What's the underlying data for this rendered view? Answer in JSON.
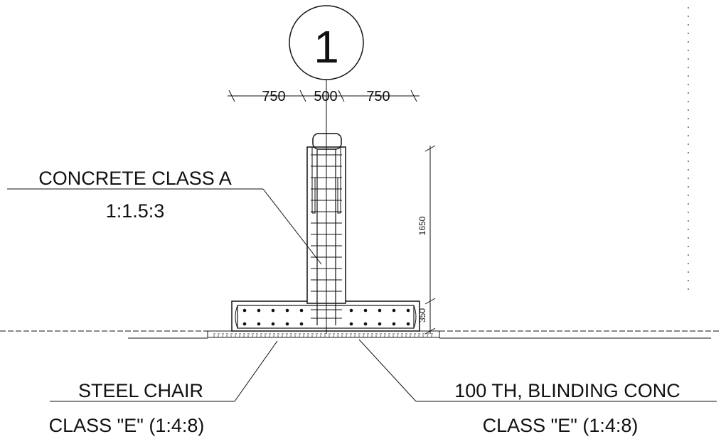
{
  "grid_marker": "1",
  "dimensions": {
    "left": "750",
    "middle": "500",
    "right": "750",
    "column_height": "1650",
    "footing_thickness": "350"
  },
  "labels": {
    "concrete_class": "CONCRETE CLASS A",
    "concrete_mix": "1:1.5:3",
    "steel_chair": "STEEL CHAIR",
    "steel_chair_class": "CLASS \"E\" (1:4:8)",
    "blinding": "100 TH, BLINDING CONC",
    "blinding_class": "CLASS \"E\" (1:4:8)"
  },
  "colors": {
    "ink": "#111111",
    "hatch": "#444444"
  }
}
